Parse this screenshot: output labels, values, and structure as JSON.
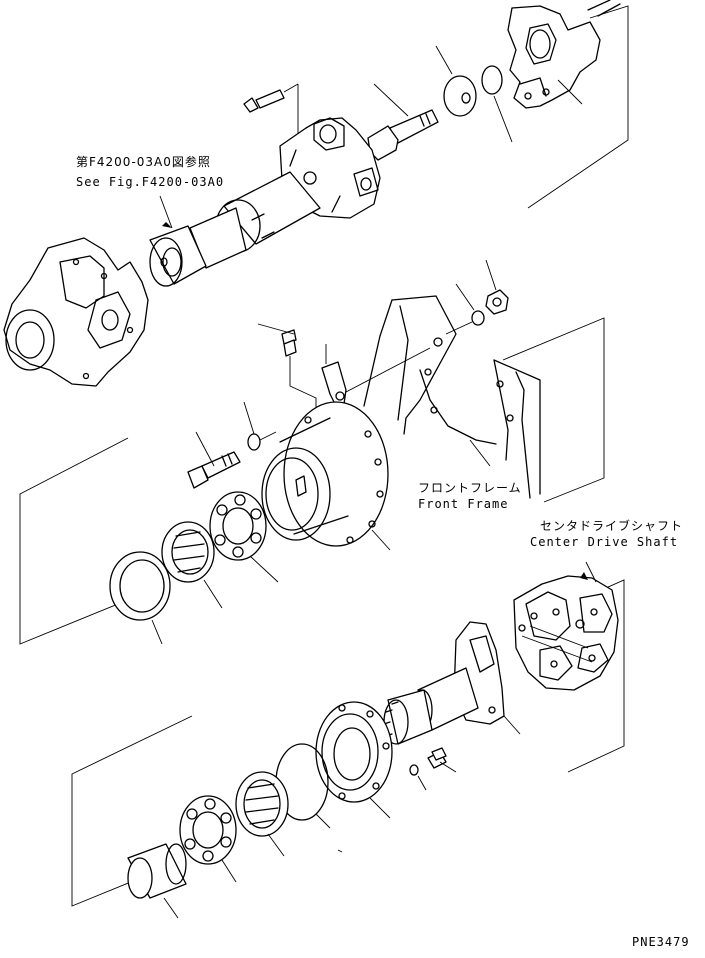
{
  "labels": {
    "ref_jp": "第F4200-03A0図参照",
    "ref_en": "See Fig.F4200-03A0",
    "front_frame_jp": "フロントフレーム",
    "front_frame_en": "Front Frame",
    "center_shaft_jp": "センタドライブシャフト",
    "center_shaft_en": "Center Drive Shaft",
    "figure_code": "PNE3479"
  }
}
